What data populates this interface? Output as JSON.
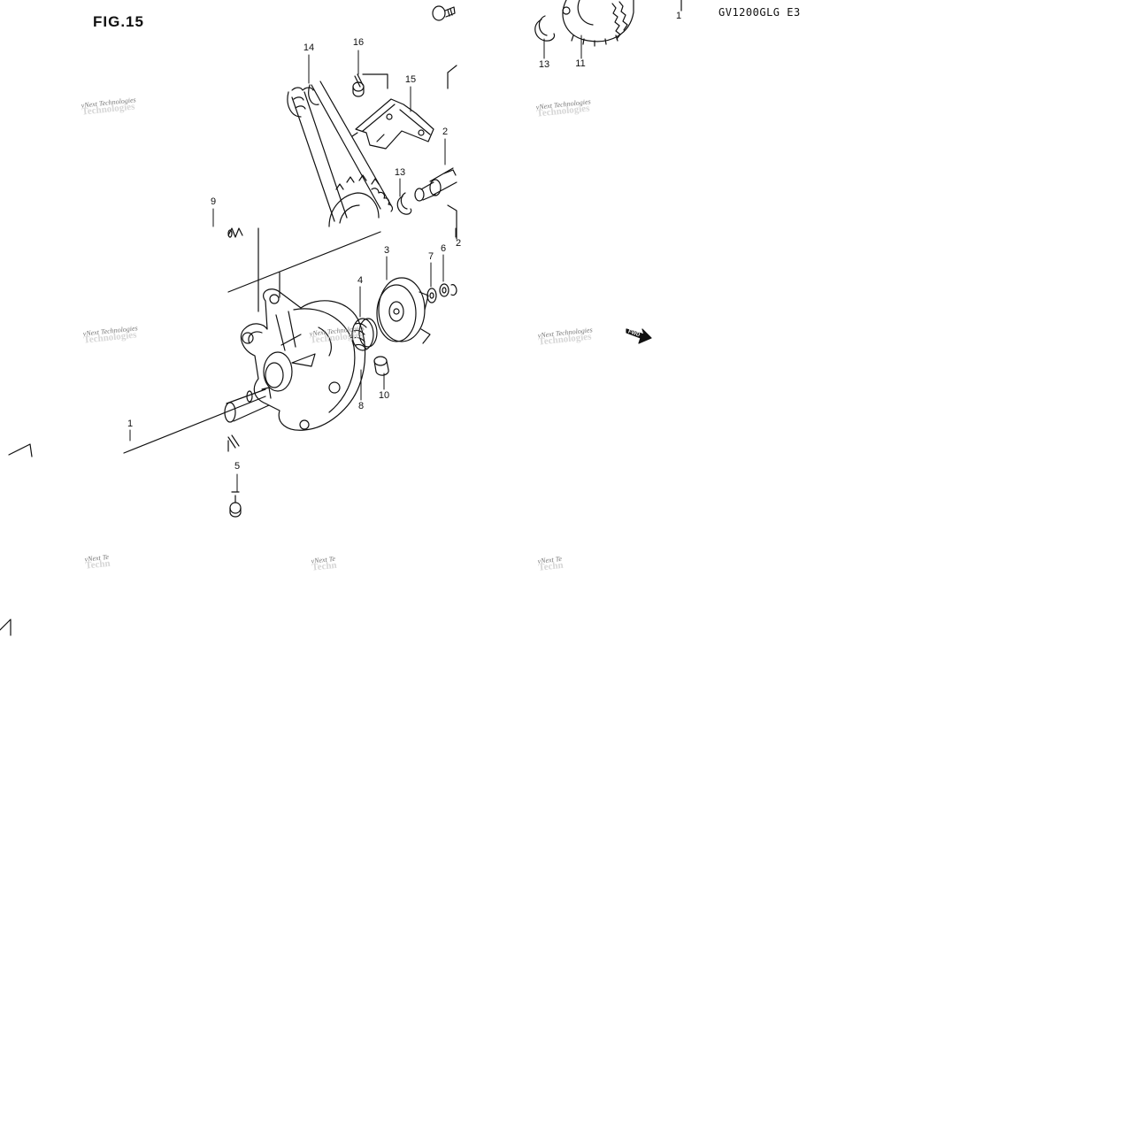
{
  "figure": {
    "title": "FIG.15",
    "model_code": "GV1200GLG  E3"
  },
  "callouts": [
    {
      "id": "c14",
      "label": "14"
    },
    {
      "id": "c16",
      "label": "16"
    },
    {
      "id": "c15",
      "label": "15"
    },
    {
      "id": "c2a",
      "label": "2"
    },
    {
      "id": "c13a",
      "label": "13"
    },
    {
      "id": "c9",
      "label": "9"
    },
    {
      "id": "c2b",
      "label": "2"
    },
    {
      "id": "c3",
      "label": "3"
    },
    {
      "id": "c7",
      "label": "7"
    },
    {
      "id": "c6",
      "label": "6"
    },
    {
      "id": "c4",
      "label": "4"
    },
    {
      "id": "c8",
      "label": "8"
    },
    {
      "id": "c10",
      "label": "10"
    },
    {
      "id": "c1",
      "label": "1"
    },
    {
      "id": "c5",
      "label": "5"
    },
    {
      "id": "c13b",
      "label": "13"
    },
    {
      "id": "c11",
      "label": "11"
    },
    {
      "id": "c1b",
      "label": "1"
    }
  ],
  "watermark": {
    "line1": "vNext Technologies",
    "line2": "Technologies",
    "short1": "vNext Te",
    "short2": "Techn"
  },
  "fwd_label": "FWD"
}
